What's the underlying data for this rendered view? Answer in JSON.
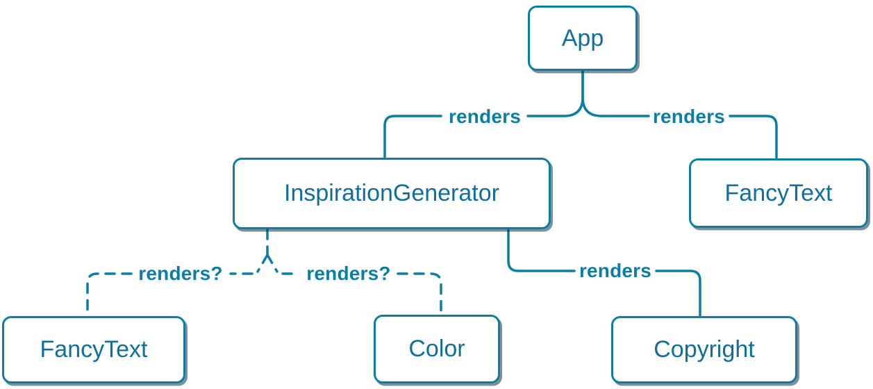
{
  "diagram": {
    "title": "component-render-tree",
    "accent_color": "#0a7ea4",
    "node_text_color": "#0e6f9a",
    "node_background": "#ffffff",
    "nodes": [
      {
        "id": "app",
        "label": "App"
      },
      {
        "id": "inspiration-generator",
        "label": "InspirationGenerator"
      },
      {
        "id": "fancy-text-top",
        "label": "FancyText"
      },
      {
        "id": "fancy-text-bottom",
        "label": "FancyText"
      },
      {
        "id": "color",
        "label": "Color"
      },
      {
        "id": "copyright",
        "label": "Copyright"
      }
    ],
    "edges": [
      {
        "from": "App",
        "to": "InspirationGenerator",
        "label": "renders",
        "style": "solid"
      },
      {
        "from": "App",
        "to": "FancyText",
        "label": "renders",
        "style": "solid"
      },
      {
        "from": "InspirationGenerator",
        "to": "FancyText",
        "label": "renders?",
        "style": "dashed"
      },
      {
        "from": "InspirationGenerator",
        "to": "Color",
        "label": "renders?",
        "style": "dashed"
      },
      {
        "from": "InspirationGenerator",
        "to": "Copyright",
        "label": "renders",
        "style": "solid"
      }
    ]
  }
}
